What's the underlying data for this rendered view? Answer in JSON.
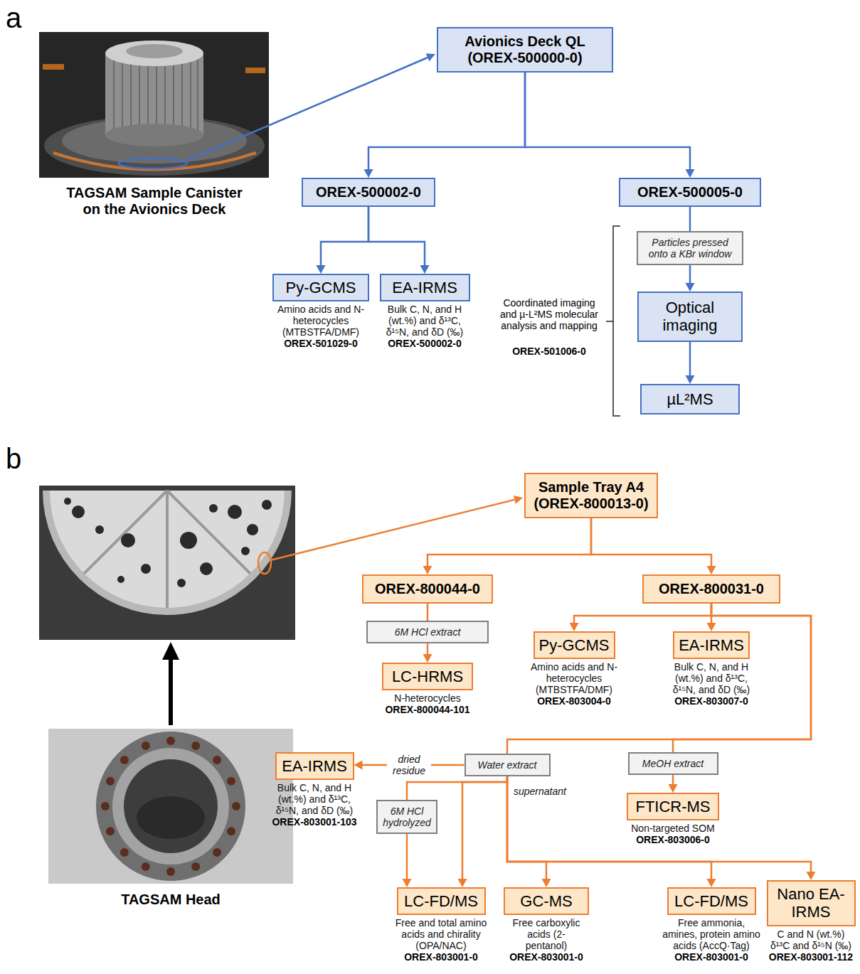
{
  "diagram": {
    "nodes": [
      {
        "text": [
          "Avionics Deck QL (OREX-500000-0)"
        ]
      },
      {
        "text": [
          "OREX-500002-0"
        ]
      },
      {
        "text": [
          "OREX-500005-0"
        ]
      },
      {
        "text": [
          "Py-GCMS",
          "Amino acids and N-heterocycles (MTBSTFA/DMF)",
          "OREX-501029-0"
        ]
      },
      {
        "text": [
          "EA-IRMS",
          "Bulk C, N, and H (wt.%) and δ¹³C, δ¹⁵N, and δD (‰)",
          "OREX-500002-0"
        ]
      },
      {
        "text": [
          "Particles pressed onto a KBr window"
        ]
      },
      {
        "text": [
          "Optical imaging"
        ]
      },
      {
        "text": [
          "µL²MS"
        ]
      },
      {
        "text": [
          "Sample Tray A4 (OREX-800013-0)"
        ]
      },
      {
        "text": [
          "OREX-800044-0"
        ]
      },
      {
        "text": [
          "OREX-800031-0"
        ]
      },
      {
        "text": [
          "6M HCl extract"
        ]
      },
      {
        "text": [
          "LC-HRMS",
          "N-heterocycles",
          "OREX-800044-101"
        ]
      },
      {
        "text": [
          "Py-GCMS",
          "Amino acids and N-heterocycles (MTBSTFA/DMF)",
          "OREX-803004-0"
        ]
      },
      {
        "text": [
          "EA-IRMS",
          "Bulk C, N, and H (wt.%) and δ¹³C, δ¹⁵N, and δD (‰)",
          "OREX-803007-0"
        ]
      },
      {
        "text": [
          "Water extract"
        ]
      },
      {
        "text": [
          "MeOH extract"
        ]
      },
      {
        "text": [
          "EA-IRMS",
          "Bulk C, N, and H (wt.%) and δ¹³C, δ¹⁵N, and δD (‰)",
          "OREX-803001-103"
        ]
      },
      {
        "text": [
          "FTICR-MS",
          "Non-targeted SOM",
          "OREX-803006-0"
        ]
      },
      {
        "text": [
          "6M HCl hydrolyzed"
        ]
      },
      {
        "text": [
          "LC-FD/MS",
          "Free and total amino acids and chirality (OPA/NAC)",
          "OREX-803001-0"
        ]
      },
      {
        "text": [
          "GC-MS",
          "Free carboxylic acids (2-pentanol)",
          "OREX-803001-0"
        ]
      },
      {
        "text": [
          "LC-FD/MS",
          "Free ammonia, amines, protein amino acids (AccQ·Tag)",
          "OREX-803001-0"
        ]
      },
      {
        "text": [
          "Nano EA-IRMS",
          "C and N (wt.%) δ¹³C and δ¹⁵N (‰)",
          "OREX-803001-112"
        ]
      }
    ],
    "edges": [
      {
        "from": 0,
        "to": 1,
        "arrow": "to"
      },
      {
        "from": 0,
        "to": 2,
        "arrow": "to"
      },
      {
        "from": 1,
        "to": 3,
        "arrow": "to"
      },
      {
        "from": 1,
        "to": 4,
        "arrow": "to"
      },
      {
        "from": 2,
        "to": 5,
        "arrow": "none"
      },
      {
        "from": 5,
        "to": 6,
        "arrow": "to"
      },
      {
        "from": 6,
        "to": 7,
        "arrow": "to"
      },
      {
        "from": 8,
        "to": 9,
        "arrow": "to"
      },
      {
        "from": 8,
        "to": 10,
        "arrow": "to"
      },
      {
        "from": 9,
        "to": 11,
        "arrow": "none"
      },
      {
        "from": 11,
        "to": 12,
        "arrow": "to"
      },
      {
        "from": 10,
        "to": 13,
        "arrow": "to"
      },
      {
        "from": 10,
        "to": 14,
        "arrow": "to"
      },
      {
        "from": 10,
        "to": 15,
        "arrow": "none"
      },
      {
        "from": 10,
        "to": 16,
        "arrow": "none"
      },
      {
        "from": 16,
        "to": 18,
        "arrow": "to"
      },
      {
        "from": 15,
        "to": 17,
        "label": "dried residue",
        "arrow": "to"
      },
      {
        "from": 15,
        "to": 19,
        "arrow": "none"
      },
      {
        "from": 19,
        "to": 20,
        "arrow": "to"
      },
      {
        "from": 15,
        "to": 20,
        "arrow": "to"
      },
      {
        "from": 15,
        "to": 21,
        "label": "supernatant",
        "arrow": "to"
      },
      {
        "from": 15,
        "to": 22,
        "arrow": "to"
      },
      {
        "from": 15,
        "to": 23,
        "arrow": "to"
      }
    ],
    "labels": [
      "a",
      "TAGSAM Sample Canister on the Avionics Deck",
      "Coordinated imaging and µ-L²MS molecular analysis and mapping",
      "OREX-501006-0",
      "b",
      "TAGSAM Head"
    ]
  }
}
